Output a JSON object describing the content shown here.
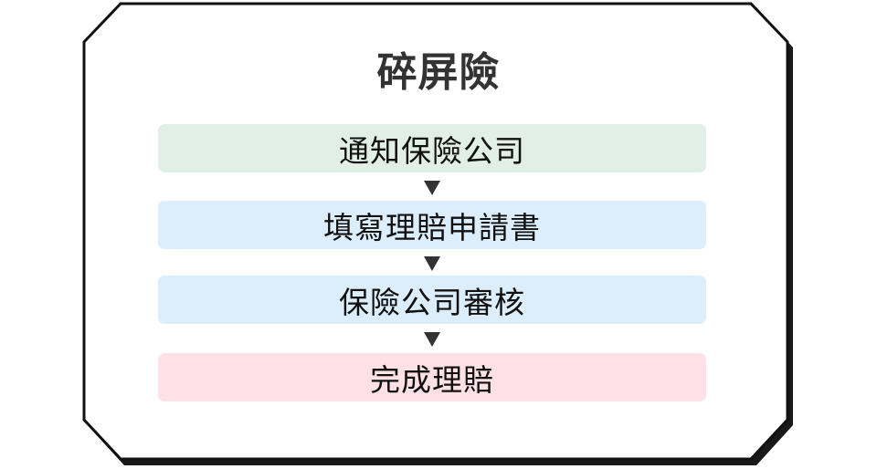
{
  "title": "碎屏險",
  "steps": [
    {
      "label": "通知保險公司",
      "color": "#e2efe6"
    },
    {
      "label": "填寫理賠申請書",
      "color": "#dcedfb"
    },
    {
      "label": "保險公司審核",
      "color": "#dcedfb"
    },
    {
      "label": "完成理賠",
      "color": "#fde1e6"
    }
  ],
  "colors": {
    "frame_stroke": "#111111",
    "arrow": "#333333",
    "title": "#333333"
  }
}
